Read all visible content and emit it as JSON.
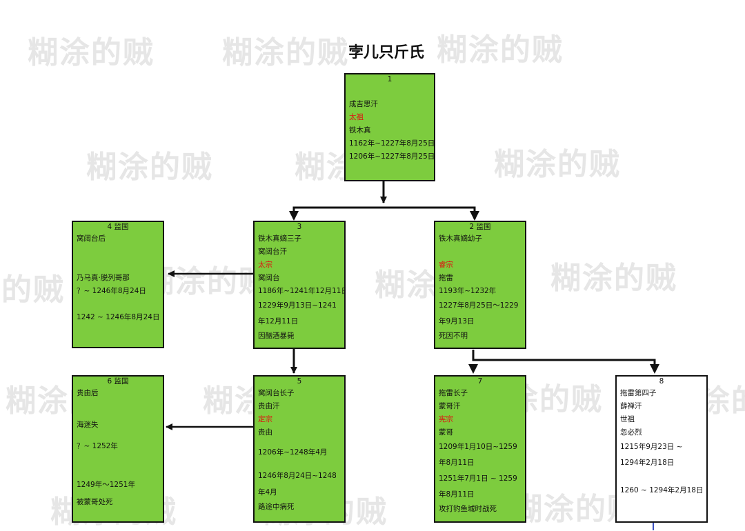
{
  "title": "孛儿只斤氏",
  "watermark": "糊涂的贼",
  "colors": {
    "node_fill": "#7dcc3e",
    "highlight_text": "#e01010"
  },
  "nodes": {
    "n1": {
      "number": "1",
      "lines": [
        "成吉思汗",
        "太祖",
        "铁木真",
        "1162年~1227年8月25日",
        "1206年~1227年8月25日"
      ]
    },
    "n2": {
      "number": "2 监国",
      "lines": [
        "铁木真嫡幼子",
        "睿宗",
        "拖雷",
        "1193年~1232年",
        "1227年8月25日～1229年9月13日",
        "死因不明"
      ]
    },
    "n3": {
      "number": "3",
      "lines": [
        "铁木真嫡三子",
        "窝阔台汗",
        "太宗",
        "窝阔台",
        "1186年~1241年12月11日",
        "1229年9月13日~1241年12月11日",
        "因酗酒暴毙"
      ]
    },
    "n4": {
      "number": "4 监国",
      "lines": [
        "窝阔台后",
        "乃马真·脱列哥那",
        "？~ 1246年8月24日",
        "1242 ~ 1246年8月24日"
      ]
    },
    "n5": {
      "number": "5",
      "lines": [
        "窝阔台长子",
        "贵由汗",
        "定宗",
        "贵由",
        "1206年~1248年4月",
        "1246年8月24日~1248年4月",
        "路途中病死"
      ]
    },
    "n6": {
      "number": "6 监国",
      "lines": [
        "贵由后",
        "海迷失",
        "？~ 1252年",
        "1249年～1251年",
        "被蒙哥处死"
      ]
    },
    "n7": {
      "number": "7",
      "lines": [
        "拖雷长子",
        "蒙哥汗",
        "宪宗",
        "蒙哥",
        "1209年1月10日~1259年8月11日",
        "1251年7月1日 ~ 1259年8月11日",
        "攻打钓鱼城时战死"
      ]
    },
    "n8": {
      "number": "8",
      "lines": [
        "拖雷第四子",
        "薛禅汗",
        "世祖",
        "忽必烈",
        "1215年9月23日 ~ 1294年2月18日",
        "1260 ~ 1294年2月18日"
      ]
    }
  }
}
